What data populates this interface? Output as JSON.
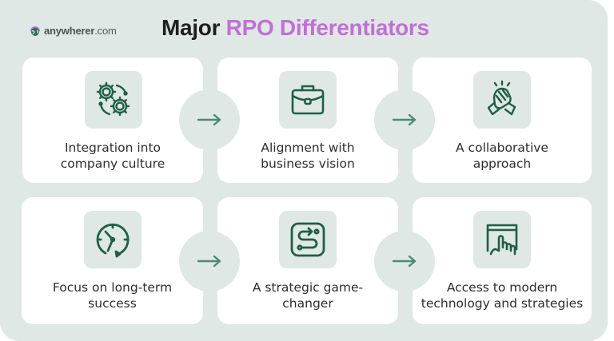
{
  "brand": {
    "logo_icon": "globe-icon",
    "name_bold": "anywherer",
    "name_rest": ".com"
  },
  "header": {
    "title_plain": "Major",
    "title_accent": "RPO Differentiators"
  },
  "colors": {
    "background": "#dfe8e5",
    "card": "#ffffff",
    "icon_stroke": "#1e5f45",
    "arrow": "#4b8a77",
    "accent": "#c26fd6",
    "text": "#2e2e2e"
  },
  "cards": [
    {
      "icon": "gears-icon",
      "line1": "Integration into",
      "line2": "company culture"
    },
    {
      "icon": "briefcase-icon",
      "line1": "Alignment with",
      "line2": "business vision"
    },
    {
      "icon": "handshake-icon",
      "line1": "A collaborative",
      "line2": "approach"
    },
    {
      "icon": "clock-icon",
      "line1": "Focus on long-term",
      "line2": "success"
    },
    {
      "icon": "strategy-path-icon",
      "line1": "A strategic game-",
      "line2": "changer"
    },
    {
      "icon": "touch-screen-icon",
      "line1": "Access to modern",
      "line2": "technology and strategies"
    }
  ],
  "connectors": [
    {
      "icon": "arrow-right-icon"
    },
    {
      "icon": "arrow-right-icon"
    },
    {
      "icon": "arrow-right-icon"
    },
    {
      "icon": "arrow-right-icon"
    }
  ]
}
